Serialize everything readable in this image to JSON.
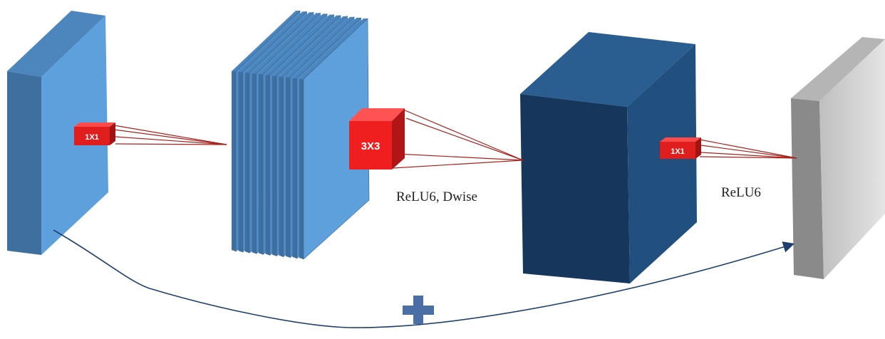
{
  "kernels": {
    "first": "1X1",
    "middle": "3X3",
    "last": "1X1"
  },
  "labels": {
    "depthwise": "ReLU6, Dwise",
    "projection": "ReLU6"
  },
  "colors": {
    "input_front": "#5ea0dc",
    "input_side": "#3e6f9f",
    "input_top": "#4c86bd",
    "expand_front": "#5ea0dc",
    "expand_side": "#3e6f9f",
    "output_block_front": "#16375b",
    "output_block_side": "#21507f",
    "output_block_top": "#2a5d90",
    "result_front": "#d6d6d6",
    "result_side": "#8a8a8a",
    "result_top": "#b5b5b5",
    "kernel_red": "#e01e1e",
    "kernel_line": "#a6231d",
    "skip_arrow": "#1e3f6e",
    "plus_sign": "#4a6fa5"
  },
  "icons": {
    "residual_add": "plus-icon",
    "skip_connection": "arrow-icon"
  }
}
